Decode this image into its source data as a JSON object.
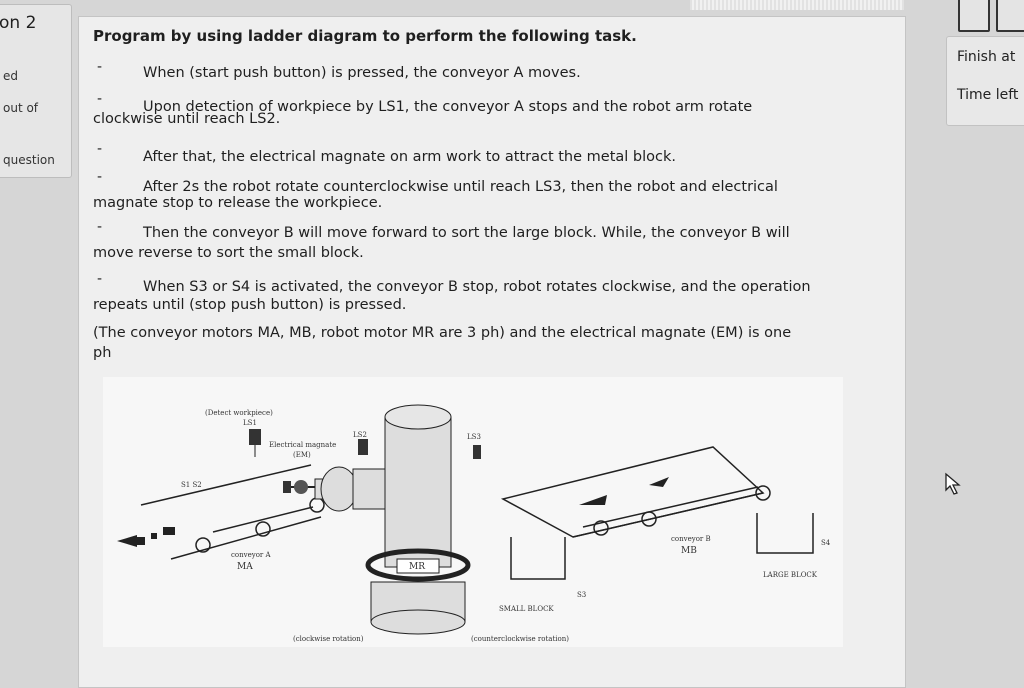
{
  "left_panel": {
    "question_number": "on 2",
    "item_1": "ed",
    "item_2": "out of",
    "item_3": "question"
  },
  "right_panel": {
    "finish_label": "Finish at",
    "time_left_label": "Time left"
  },
  "question": {
    "title": "Program by using ladder diagram to perform the following task.",
    "bullets": [
      {
        "line1": "When (start push button) is pressed, the conveyor A moves.",
        "line2": ""
      },
      {
        "line1": "Upon detection of workpiece by LS1, the conveyor A stops and the robot arm rotate",
        "line2": "clockwise until reach LS2."
      },
      {
        "line1": "After that, the electrical magnate on arm work to attract the metal block.",
        "line2": ""
      },
      {
        "line1": "After 2s the robot rotate counterclockwise until reach LS3, then the robot and electrical",
        "line2": "magnate stop to release the workpiece."
      },
      {
        "line1": "Then the conveyor B will move forward to sort the large block. While, the conveyor B will",
        "line2": "move reverse to sort the small block."
      },
      {
        "line1": "When S3 or S4 is activated, the conveyor B stop, robot rotates clockwise, and the operation",
        "line2": "repeats until (stop push button) is pressed."
      }
    ],
    "note_line1": "(The conveyor motors MA, MB, robot motor MR are 3 ph) and the electrical magnate (EM) is one",
    "note_line2": "ph"
  },
  "figure": {
    "detect_label": "(Detect workpiece)",
    "ls1": "LS1",
    "em_label": "Electrical magnate",
    "em_abbr": "(EM)",
    "ls2": "LS2",
    "ls3": "LS3",
    "s1s2": "S1 S2",
    "conveyor_a": "conveyor A",
    "ma": "MA",
    "mr": "MR",
    "clockwise": "(clockwise rotation)",
    "counterclockwise": "(counterclockwise rotation)",
    "small_block": "SMALL BLOCK",
    "s3": "S3",
    "conveyor_b": "conveyor B",
    "mb": "MB",
    "s4": "S4",
    "large_block": "LARGE BLOCK"
  }
}
